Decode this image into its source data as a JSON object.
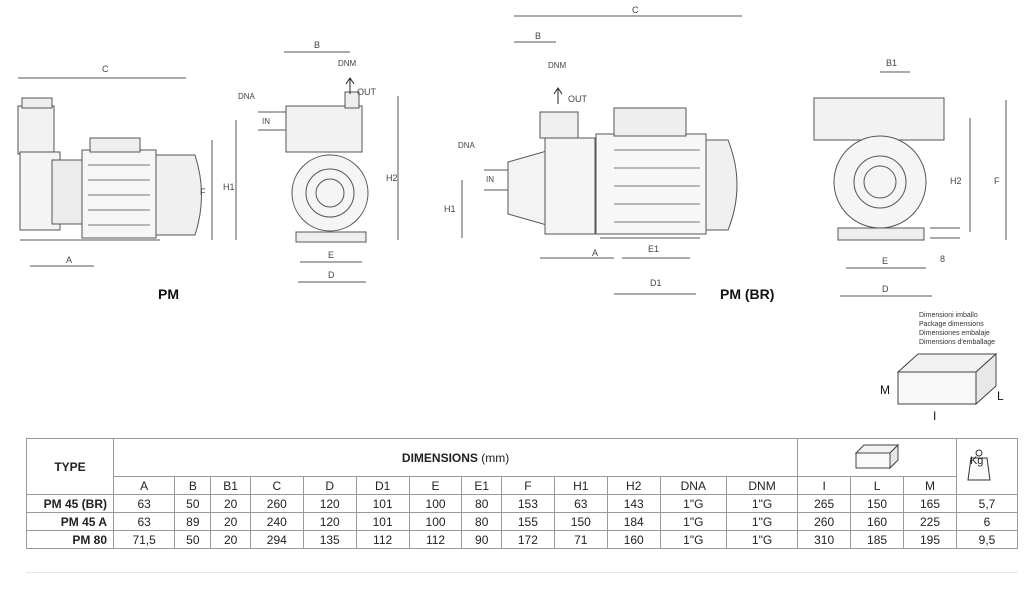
{
  "captions": {
    "pm": "PM",
    "pm_br": "PM (BR)"
  },
  "labels": {
    "pm": {
      "c": "C",
      "a": "A",
      "f": "F"
    },
    "pm_side": {
      "b": "B",
      "dnm": "DNM",
      "out": "OUT",
      "dna": "DNA",
      "in": "IN",
      "h1": "H1",
      "h2": "H2",
      "e": "E",
      "d": "D"
    },
    "br": {
      "c": "C",
      "b": "B",
      "dnm": "DNM",
      "out": "OUT",
      "dna": "DNA",
      "in": "IN",
      "h1": "H1",
      "a": "A",
      "e1": "E1",
      "d1": "D1"
    },
    "br_side": {
      "b1": "B1",
      "h2": "H2",
      "f": "F",
      "e": "E",
      "d": "D",
      "eight": "8"
    }
  },
  "package": {
    "dimension_lines": [
      "Dimensioni imballo",
      "Package dimensions",
      "Dimensiones embalaje",
      "Dimensions d'emballage"
    ],
    "m": "M",
    "l": "L",
    "i": "I"
  },
  "table": {
    "type_header": "TYPE",
    "dimensions_header": "DIMENSIONS",
    "dimensions_unit": "(mm)",
    "weight_label": "Kg",
    "columns": [
      "A",
      "B",
      "B1",
      "C",
      "D",
      "D1",
      "E",
      "E1",
      "F",
      "H1",
      "H2",
      "DNA",
      "DNM",
      "I",
      "L",
      "M"
    ],
    "rows": [
      {
        "type": "PM 45 (BR)",
        "values": [
          "63",
          "50",
          "20",
          "260",
          "120",
          "101",
          "100",
          "80",
          "153",
          "63",
          "143",
          "1\"G",
          "1\"G",
          "265",
          "150",
          "165",
          "5,7"
        ]
      },
      {
        "type": "PM 45 A",
        "values": [
          "63",
          "89",
          "20",
          "240",
          "120",
          "101",
          "100",
          "80",
          "155",
          "150",
          "184",
          "1\"G",
          "1\"G",
          "260",
          "160",
          "225",
          "6"
        ]
      },
      {
        "type": "PM 80",
        "values": [
          "71,5",
          "50",
          "20",
          "294",
          "135",
          "112",
          "112",
          "90",
          "172",
          "71",
          "160",
          "1\"G",
          "1\"G",
          "310",
          "185",
          "195",
          "9,5"
        ]
      }
    ]
  }
}
